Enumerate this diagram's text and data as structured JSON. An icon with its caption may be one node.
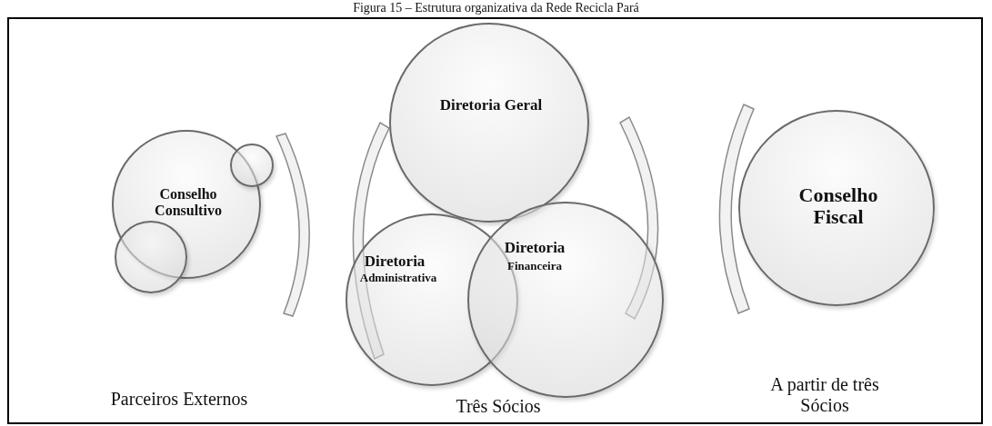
{
  "diagram": {
    "title": "Figura 15 – Estrutura organizativa da Rede Recicla Pará",
    "nodes": [
      {
        "text": [
          "Conselho Consultivo"
        ]
      },
      {
        "text": [],
        "shape": "circle"
      },
      {
        "text": [],
        "shape": "circle"
      },
      {
        "text": [],
        "shape": "arc"
      },
      {
        "text": [],
        "shape": "arc"
      },
      {
        "text": [
          "Diretoria Geral"
        ]
      },
      {
        "text": [
          "Diretoria",
          "Administrativa"
        ]
      },
      {
        "text": [
          "Diretoria",
          "Financeira"
        ]
      },
      {
        "text": [],
        "shape": "arc"
      },
      {
        "text": [],
        "shape": "arc"
      },
      {
        "text": [
          "Conselho Fiscal"
        ]
      }
    ],
    "edges": [],
    "labels": [
      "Parceiros Externos",
      "Três Sócios",
      "A partir de três Sócios"
    ]
  }
}
